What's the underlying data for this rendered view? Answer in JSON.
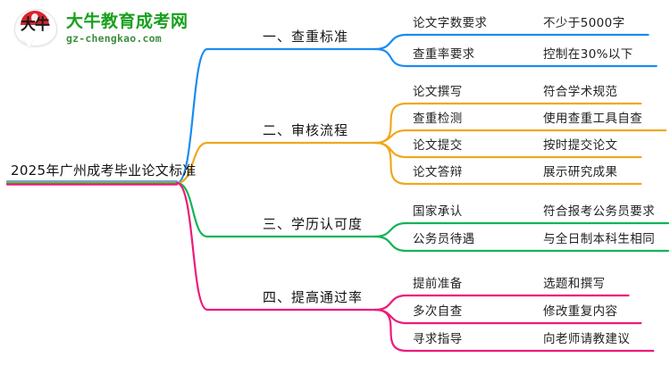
{
  "brand": {
    "mark_text": "大牛",
    "title": "大牛教育成考网",
    "url": "gz-chengkao.com",
    "title_color": "#17a01c",
    "accent_color": "#d9232e"
  },
  "mindmap": {
    "root": {
      "label": "2025年广州成考毕业论文标准"
    },
    "branches": [
      {
        "label": "一、查重标准",
        "color": "#1a8cf0",
        "children": [
          {
            "label": "论文字数要求",
            "value": "不少于5000字"
          },
          {
            "label": "查重率要求",
            "value": "控制在30%以下"
          }
        ]
      },
      {
        "label": "二、审核流程",
        "color": "#f0a81e",
        "children": [
          {
            "label": "论文撰写",
            "value": "符合学术规范"
          },
          {
            "label": "查重检测",
            "value": "使用查重工具自查"
          },
          {
            "label": "论文提交",
            "value": "按时提交论文"
          },
          {
            "label": "论文答辩",
            "value": "展示研究成果"
          }
        ]
      },
      {
        "label": "三、学历认可度",
        "color": "#12b457",
        "children": [
          {
            "label": "国家承认",
            "value": "符合报考公务员要求"
          },
          {
            "label": "公务员待遇",
            "value": "与全日制本科生相同"
          }
        ]
      },
      {
        "label": "四、提高通过率",
        "color": "#ee1a79",
        "children": [
          {
            "label": "提前准备",
            "value": "选题和撰写"
          },
          {
            "label": "多次自查",
            "value": "修改重复内容"
          },
          {
            "label": "寻求指导",
            "value": "向老师请教建议"
          }
        ]
      }
    ]
  }
}
